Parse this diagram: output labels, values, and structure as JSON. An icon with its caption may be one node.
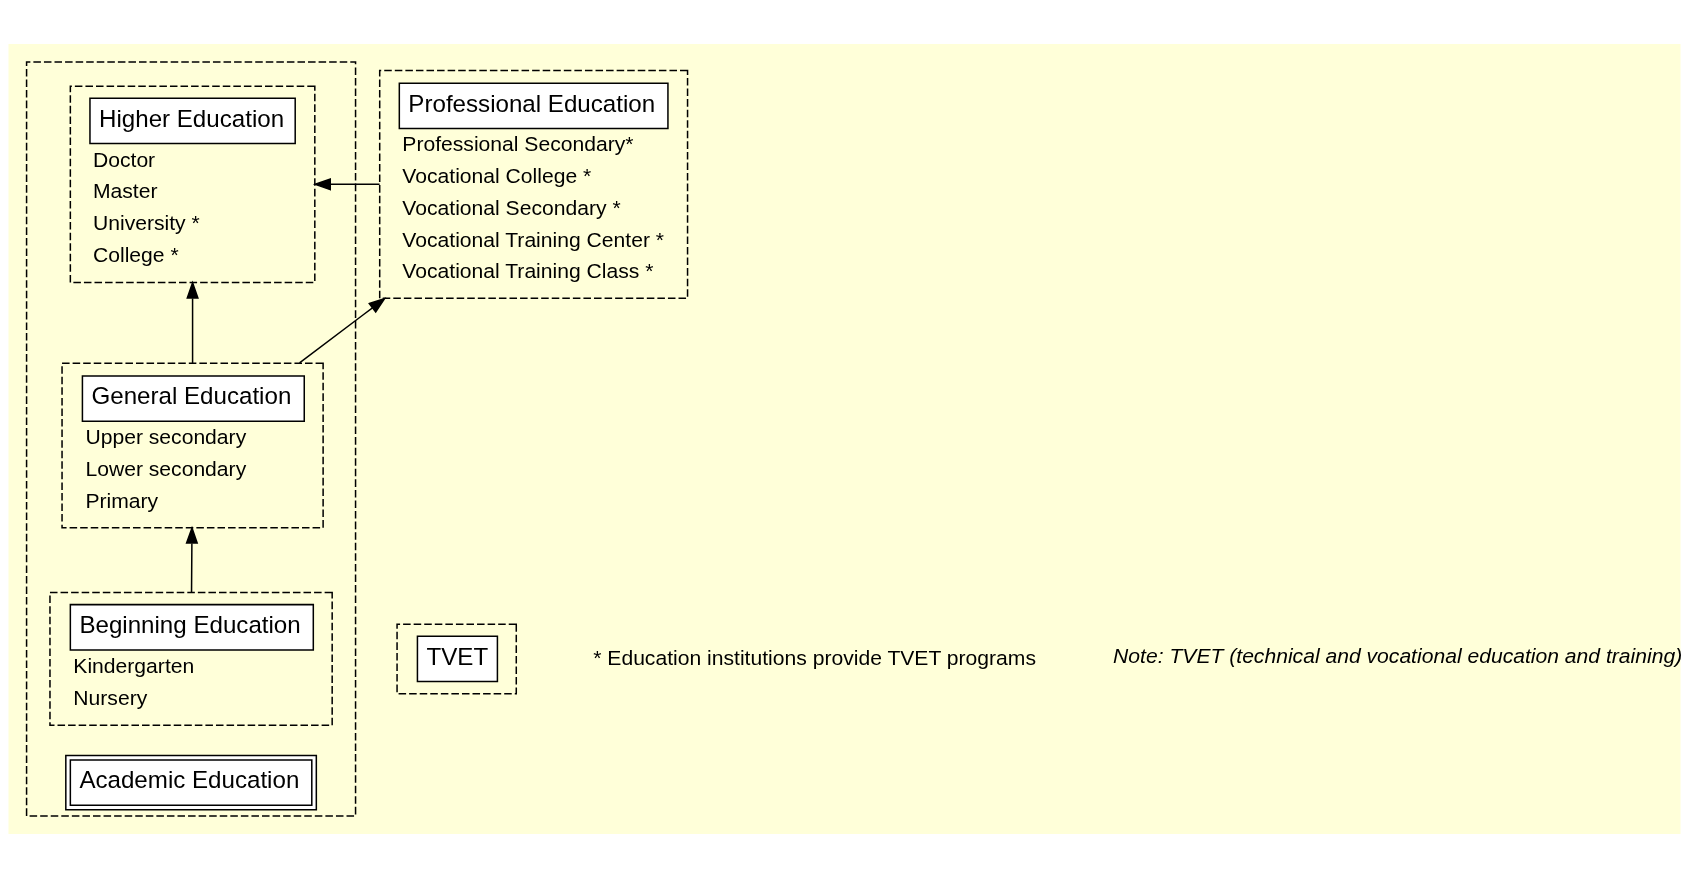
{
  "diagram": {
    "nodes": [
      {
        "text": [
          "Academic Education"
        ]
      },
      {
        "text": [
          "Higher Education",
          "Doctor",
          "Master",
          "University *",
          "College *"
        ],
        "in": 0
      },
      {
        "text": [
          "General Education",
          "Upper secondary",
          "Lower secondary",
          "Primary"
        ],
        "in": 0
      },
      {
        "text": [
          "Beginning Education",
          "Kindergarten",
          "Nursery"
        ],
        "in": 0
      },
      {
        "text": [
          "TVET"
        ]
      },
      {
        "text": [
          "Professional Education",
          "Professional Secondary*",
          "Vocational College *",
          "Vocational Secondary *",
          "Vocational Training Center *",
          "Vocational Training Class *"
        ]
      }
    ],
    "edges": [
      {
        "from": 3,
        "to": 2,
        "arrow": "to"
      },
      {
        "from": 2,
        "to": 1,
        "arrow": "to"
      },
      {
        "from": 5,
        "to": 1,
        "arrow": "to"
      },
      {
        "from": 2,
        "to": 5,
        "arrow": "to"
      }
    ],
    "labels": [
      "* Education institutions provide TVET programs",
      "Note: TVET (technical and vocational education and training)"
    ]
  }
}
